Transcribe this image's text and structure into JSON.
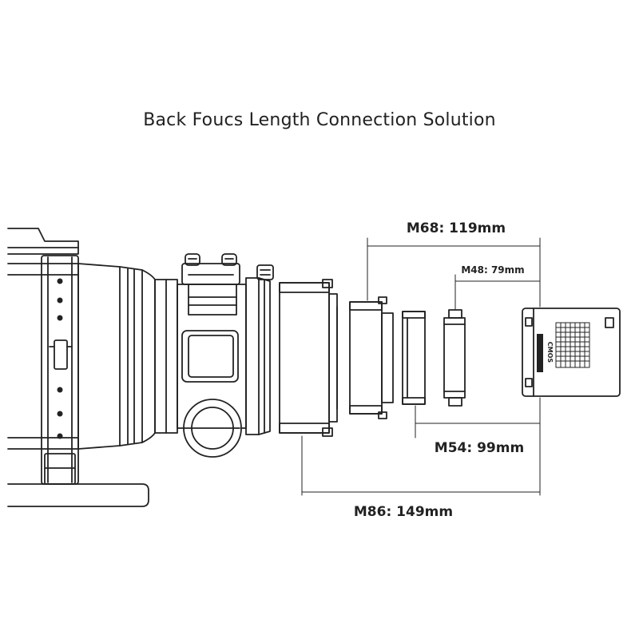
{
  "title": "Back Foucs Length Connection Solution",
  "dimensions": {
    "m68": "M68: 119mm",
    "m48": "M48: 79mm",
    "m54": "M54: 99mm",
    "m86": "M86: 149mm"
  },
  "camera": {
    "sensor_label": "CMOS"
  },
  "colors": {
    "line": "#222222",
    "background": "#ffffff"
  }
}
